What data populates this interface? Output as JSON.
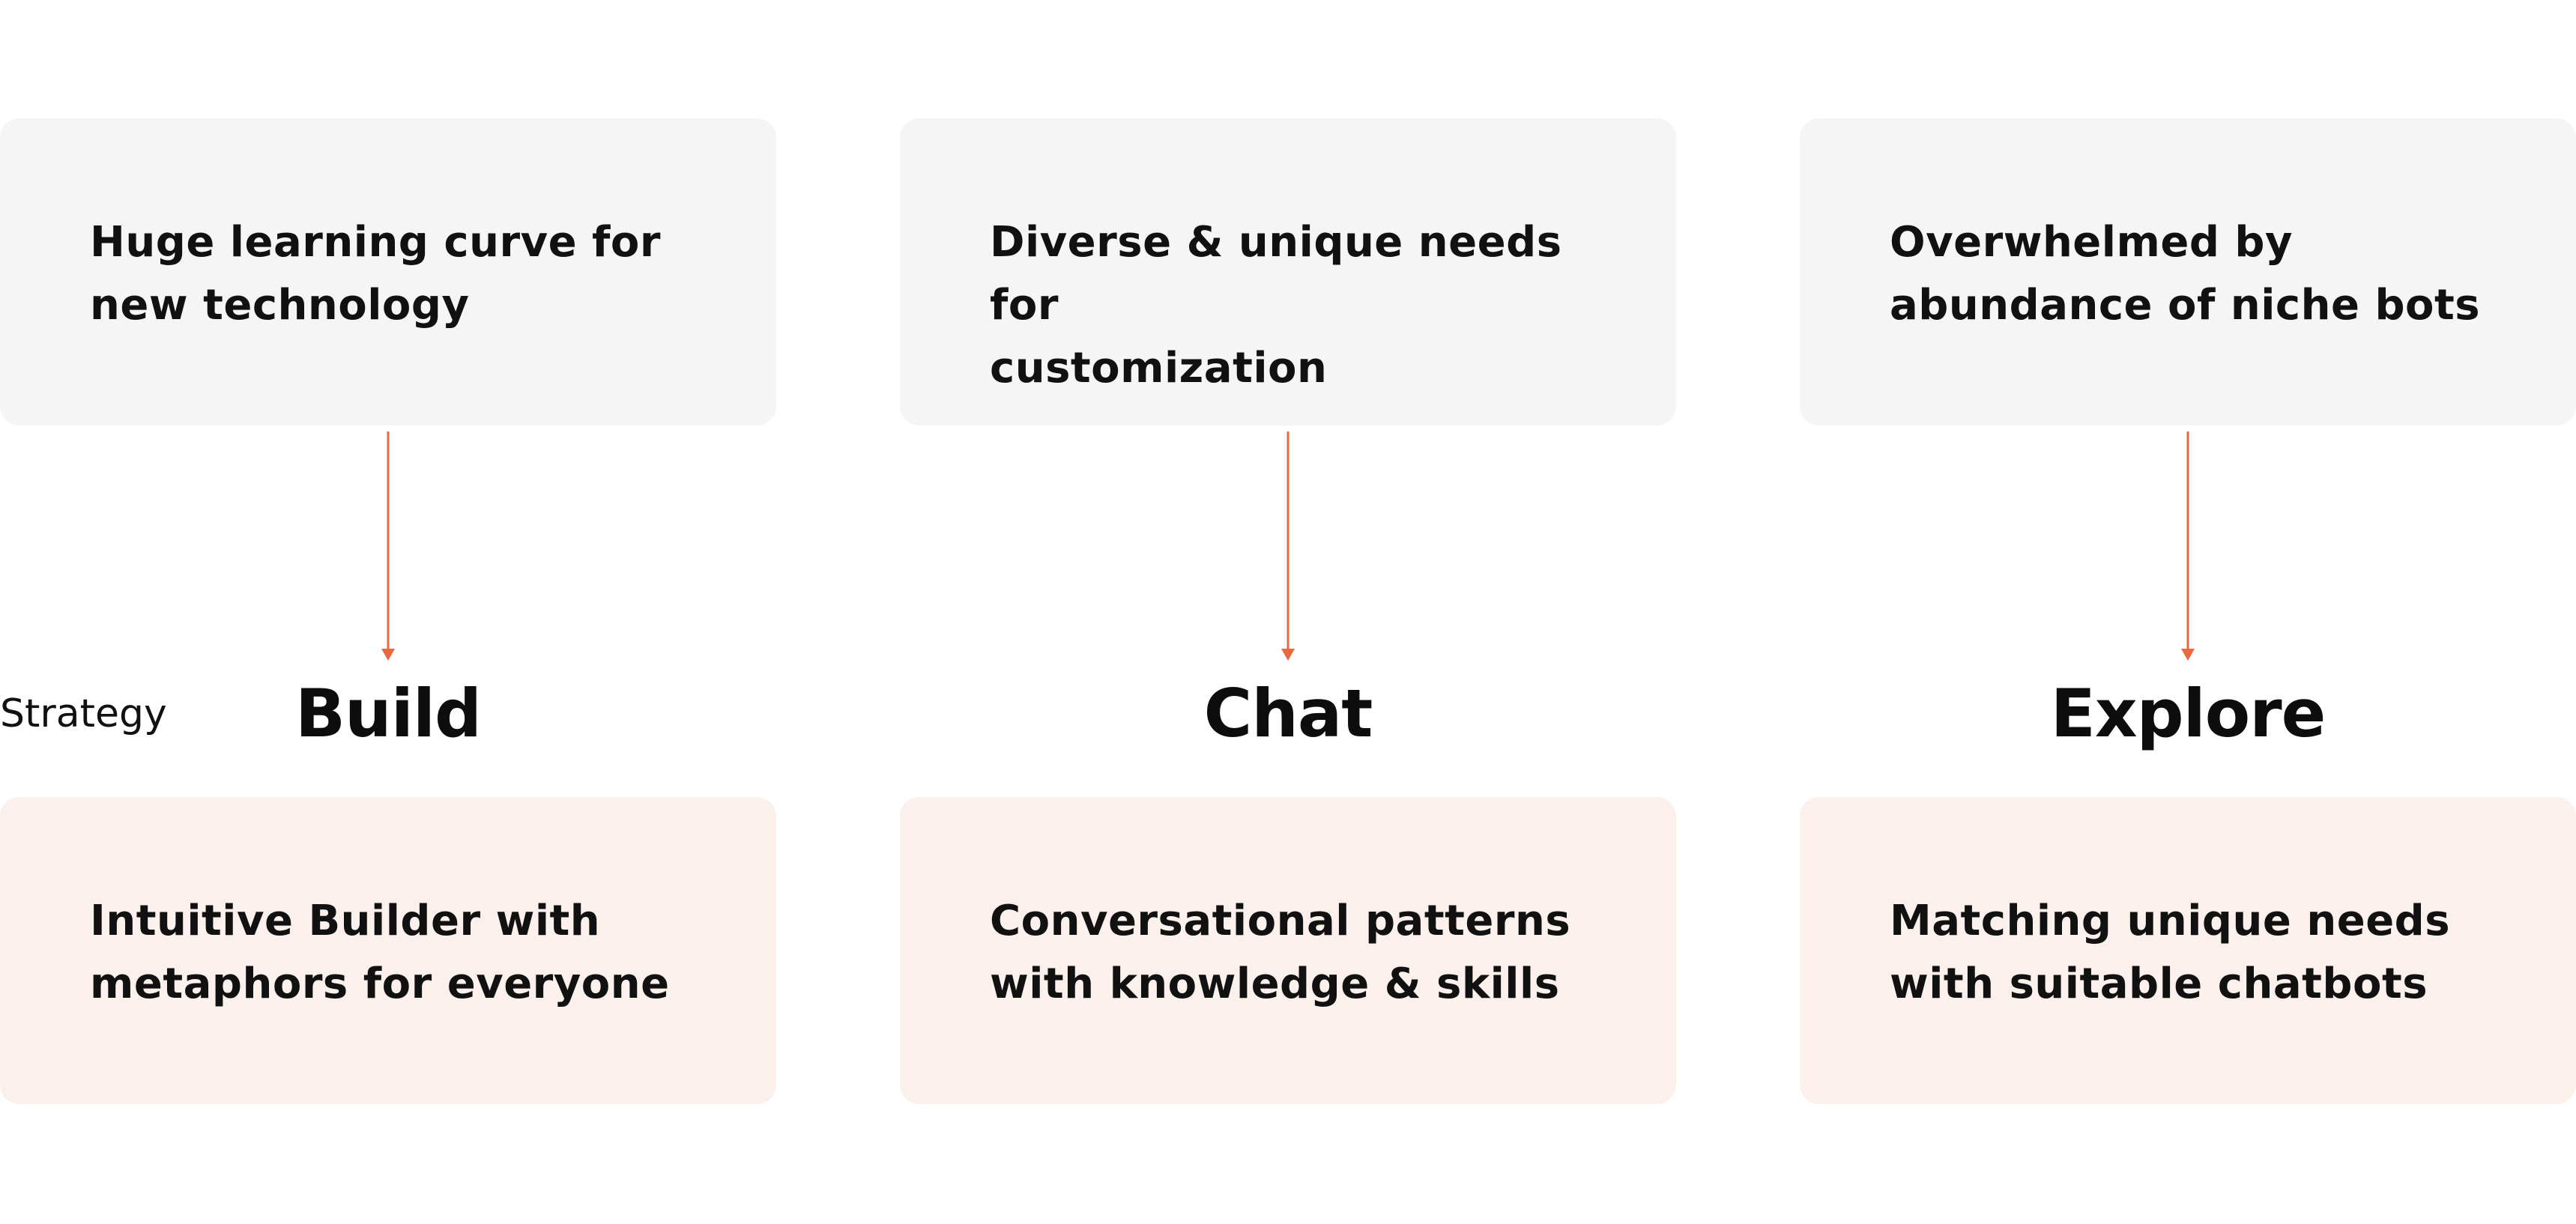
{
  "row_label": "Strategy",
  "colors": {
    "problem_bg": "#f5f5f5",
    "solution_bg": "#fbf0eb",
    "arrow": "#e8693f"
  },
  "columns": [
    {
      "problem": "Huge learning curve for\nnew technology",
      "strategy": "Build",
      "solution": "Intuitive Builder with\nmetaphors for everyone"
    },
    {
      "problem": "Diverse & unique needs for\ncustomization",
      "strategy": "Chat",
      "solution": "Conversational patterns\nwith knowledge & skills"
    },
    {
      "problem": "Overwhelmed by\nabundance of niche bots",
      "strategy": "Explore",
      "solution": "Matching unique needs\nwith suitable chatbots"
    }
  ]
}
